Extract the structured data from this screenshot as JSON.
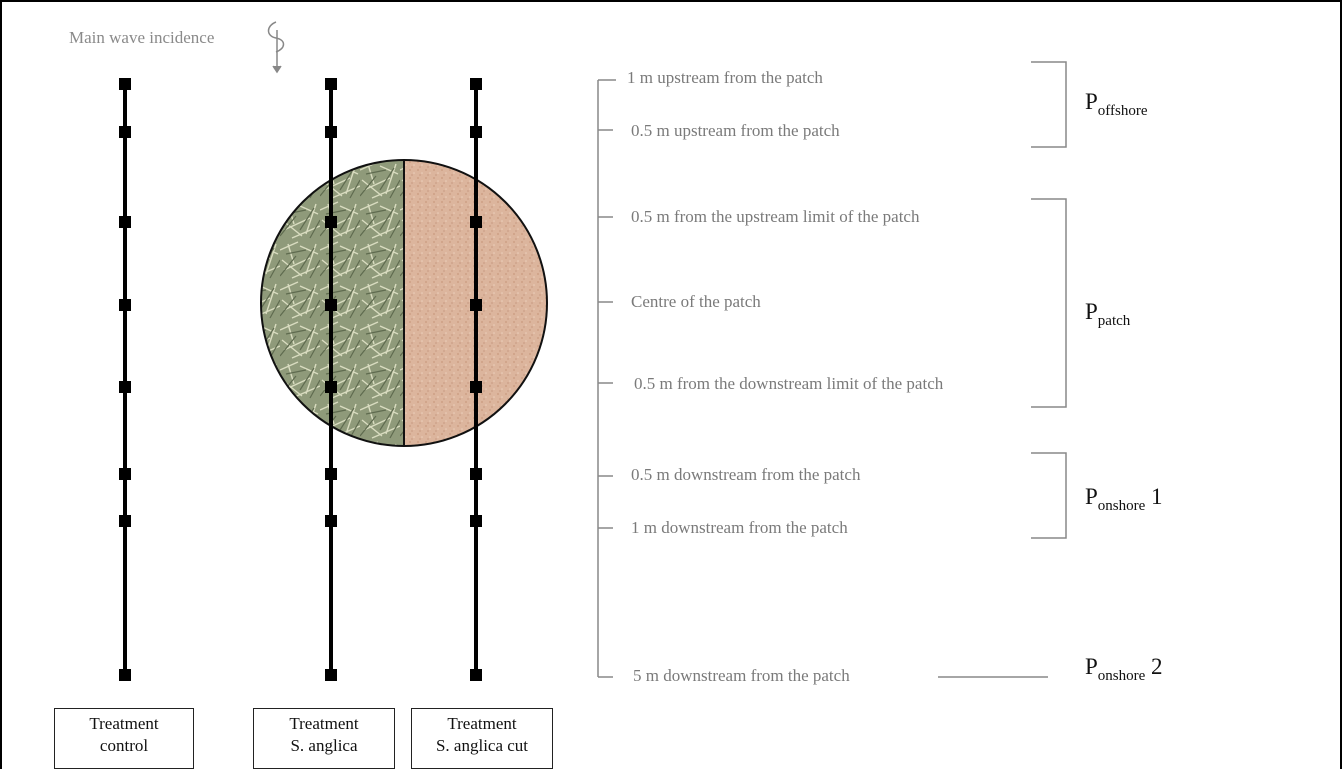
{
  "wave_incidence": {
    "label": "Main wave incidence",
    "icon": "wave-arrow-icon"
  },
  "patch": {
    "left_fill": "vegetation-texture",
    "right_fill": "sediment-texture",
    "vegetation_color": "#8f9a7a",
    "sediment_color": "#dcb59d"
  },
  "transects": [
    {
      "id": "control",
      "line1": "Treatment",
      "line2": "control"
    },
    {
      "id": "s-anglica",
      "line1": "Treatment",
      "line2": "S. anglica"
    },
    {
      "id": "s-anglica-cut",
      "line1": "Treatment",
      "line2": "S. anglica cut"
    }
  ],
  "positions": [
    "1 m upstream from the patch",
    "0.5 m upstream from the patch",
    "0.5 m from the upstream limit of the patch",
    "Centre of the patch",
    "0.5 m from the downstream limit of the patch",
    "0.5 m downstream from the patch",
    "1 m downstream from the patch",
    "5 m downstream from the patch"
  ],
  "groups": [
    {
      "id": "offshore",
      "main": "P",
      "sub": "offshore",
      "suffix": ""
    },
    {
      "id": "patch",
      "main": "P",
      "sub": "patch",
      "suffix": ""
    },
    {
      "id": "onshore1",
      "main": "P",
      "sub": "onshore",
      "suffix": " 1"
    },
    {
      "id": "onshore2",
      "main": "P",
      "sub": "onshore",
      "suffix": " 2"
    }
  ]
}
